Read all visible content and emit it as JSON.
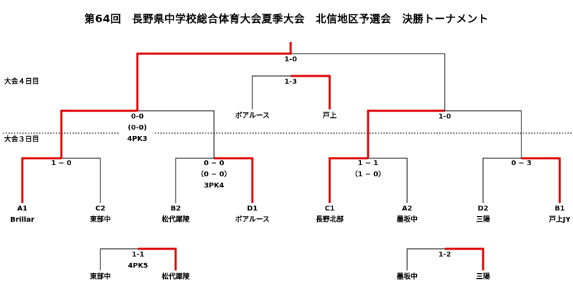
{
  "title": "第64回　長野県中学校総合体育大会夏季大会　北信地区予選会　決勝トーナメント",
  "day_labels": {
    "day4": "大会４日目",
    "day3": "大会３日目"
  },
  "colors": {
    "winner_line": "#e00000",
    "line": "#000000",
    "divider": "#000000"
  },
  "teams": [
    {
      "seed": "A1",
      "name": "Brillar"
    },
    {
      "seed": "C2",
      "name": "東部中"
    },
    {
      "seed": "B2",
      "name": "松代犀陵"
    },
    {
      "seed": "D1",
      "name": "ボアルース"
    },
    {
      "seed": "C1",
      "name": "長野北部"
    },
    {
      "seed": "A2",
      "name": "墨坂中"
    },
    {
      "seed": "D2",
      "name": "三陽"
    },
    {
      "seed": "B1",
      "name": "戸上JY"
    }
  ],
  "scores": {
    "qf1": "1 − 0",
    "qf2": "0 − 0",
    "qf2_sub": "（0 − 0）",
    "qf2_pk": "3PK4",
    "qf3": "1 − 1",
    "qf3_sub": "（1 − 0）",
    "qf4": "0 − 3",
    "sf1": "0-0",
    "sf1_sub": "(0-0)",
    "sf1_pk": "4PK3",
    "sf2": "1-0",
    "final": "1-0",
    "third": "1-3"
  },
  "third_place": {
    "left": "ボアルース",
    "right": "戸上"
  },
  "placement_left": {
    "score": "1-1",
    "pk": "4PK5",
    "left": "東部中",
    "right": "松代犀陵"
  },
  "placement_right": {
    "score": "1-2",
    "left": "墨坂中",
    "right": "三陽"
  }
}
